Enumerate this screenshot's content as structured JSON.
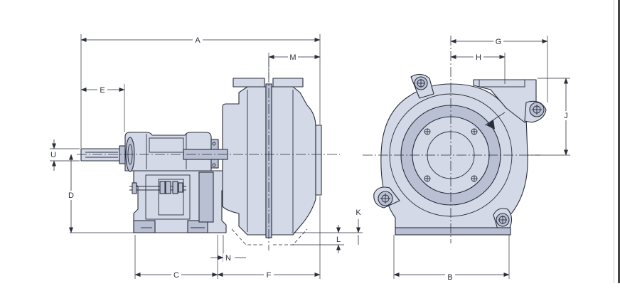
{
  "dimensions": {
    "A": "A",
    "B": "B",
    "C": "C",
    "D": "D",
    "E": "E",
    "F": "F",
    "G": "G",
    "H": "H",
    "J": "J",
    "K": "K",
    "L": "L",
    "M": "M",
    "N": "N",
    "U": "U"
  },
  "colors": {
    "body": "#d4d9e8",
    "body_shade": "#b9c0d4",
    "line": "#2a2e3a",
    "background": "#ffffff"
  }
}
